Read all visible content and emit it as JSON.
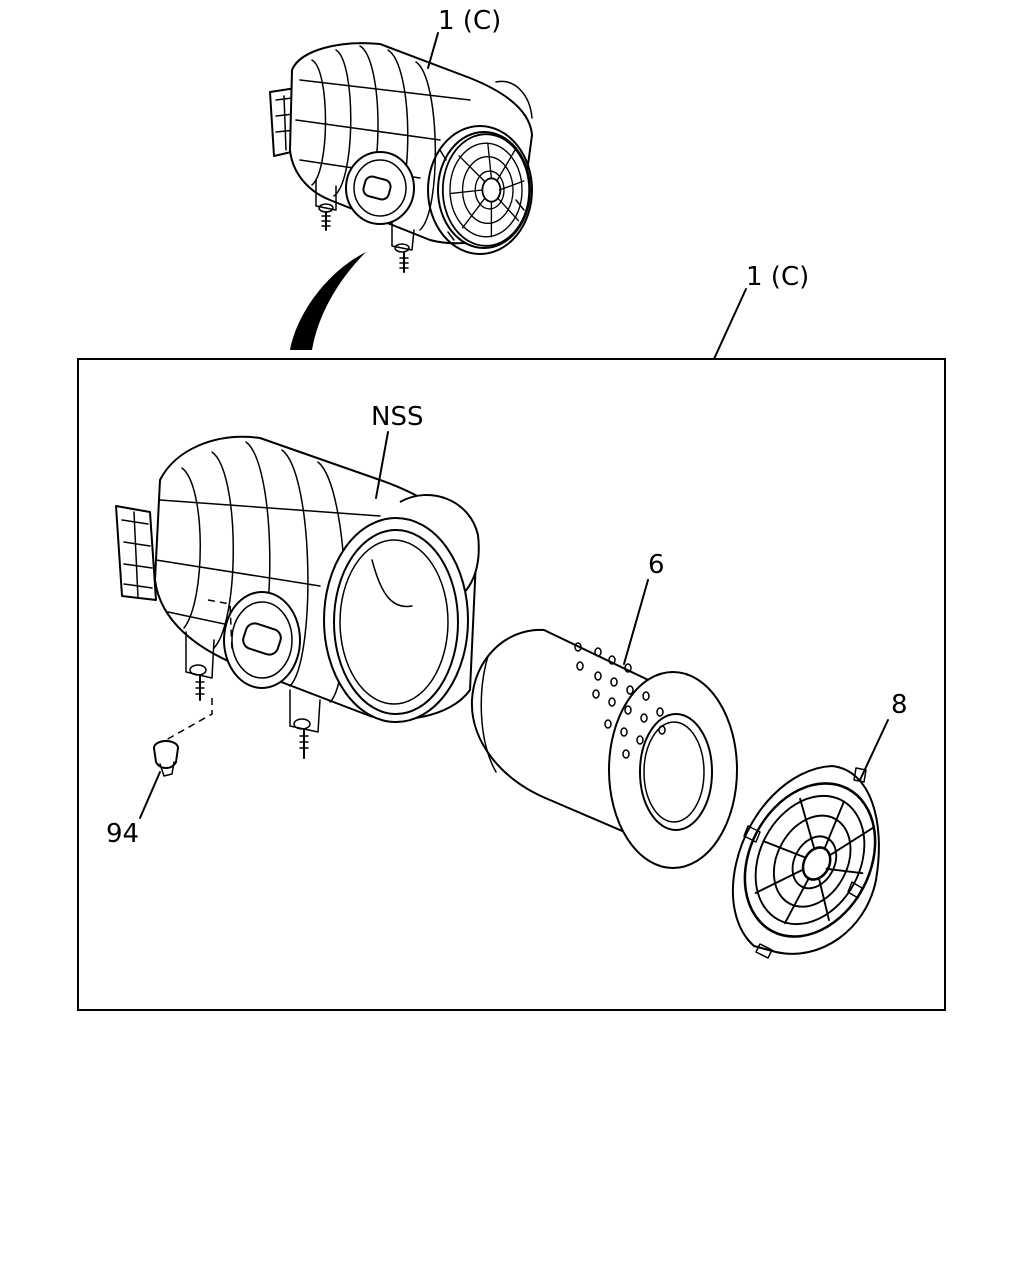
{
  "callouts": {
    "assembly_top": "1 (C)",
    "assembly_frame": "1 (C)",
    "housing": "NSS",
    "element": "6",
    "cover": "8",
    "fitting": "94"
  },
  "colors": {
    "line": "#000000",
    "background": "#ffffff"
  }
}
